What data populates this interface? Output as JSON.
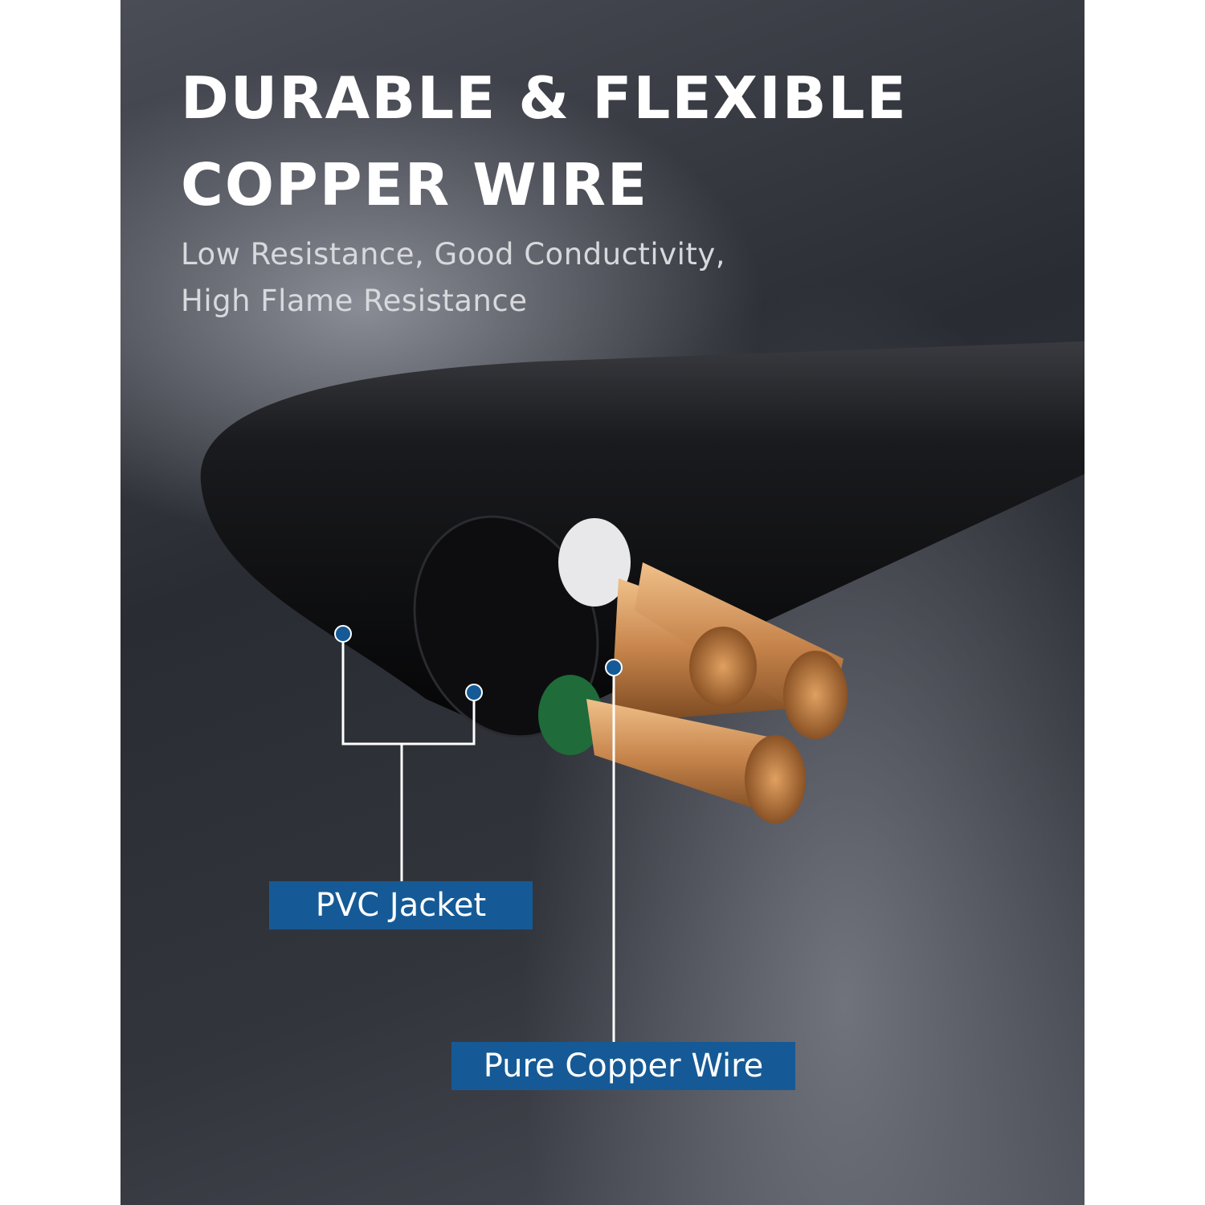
{
  "headline": {
    "line1": "DURABLE & FLEXIBLE",
    "line2": "COPPER WIRE"
  },
  "subtitle": {
    "line1": "Low Resistance, Good Conductivity,",
    "line2": "High Flame Resistance"
  },
  "callouts": [
    {
      "label": "PVC Jacket"
    },
    {
      "label": "Pure Copper Wire"
    }
  ],
  "colors": {
    "label_bg": "#155a96",
    "dot": "#155a96",
    "copper": "#c98a4e",
    "jacket": "#111214"
  }
}
